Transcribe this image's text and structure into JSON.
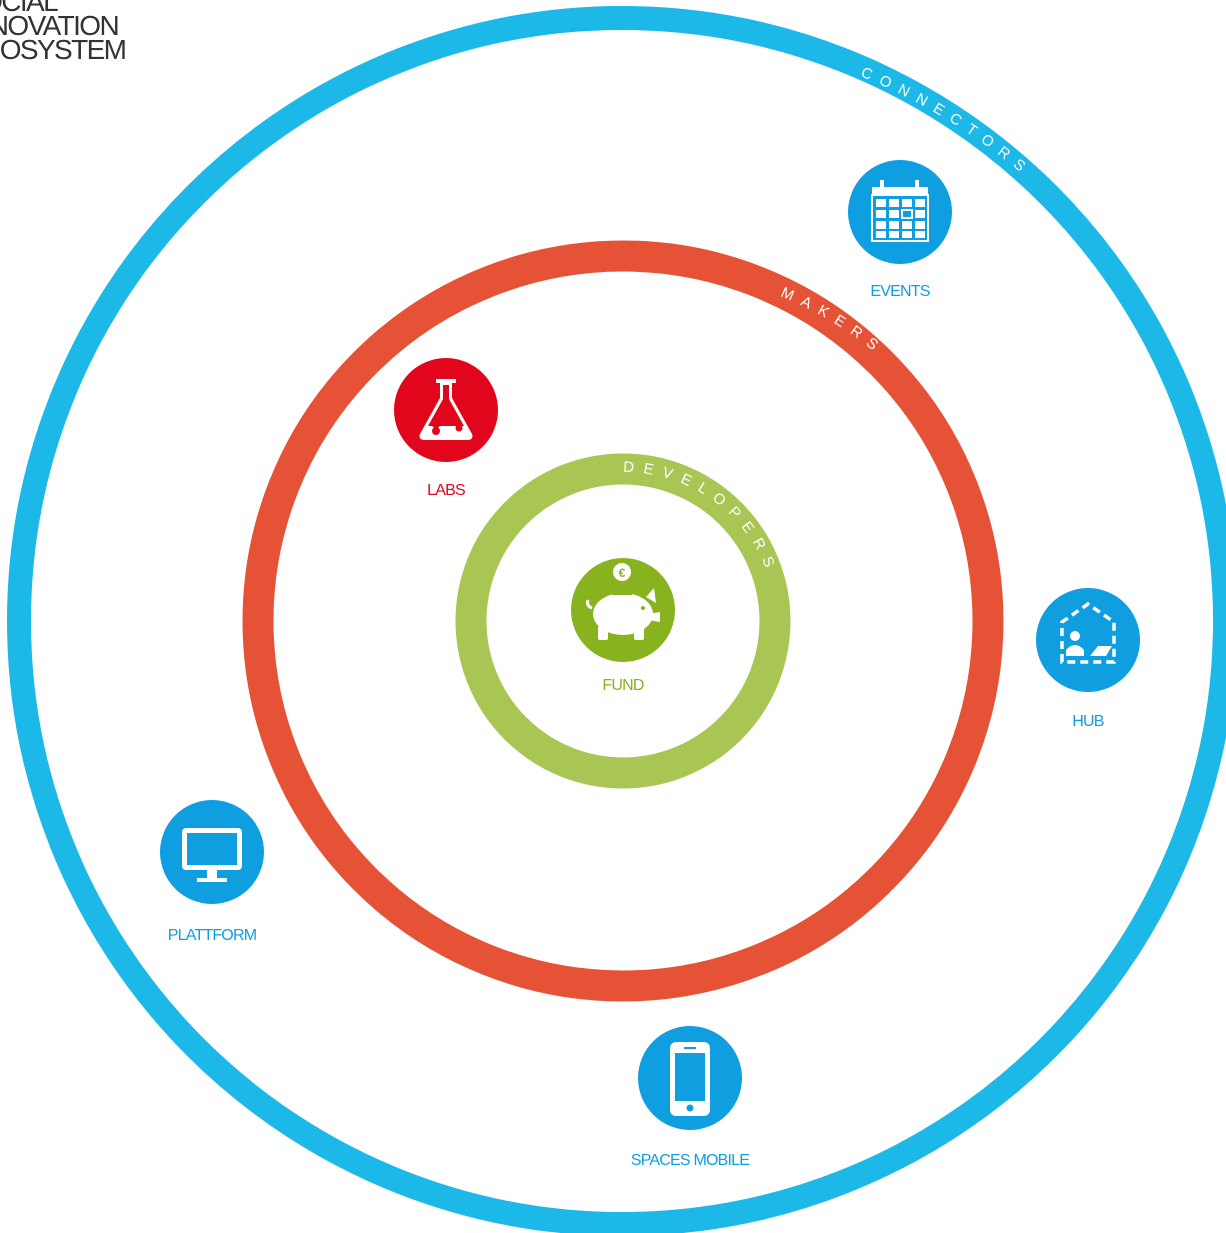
{
  "title": {
    "lines": [
      "SOCIAL",
      "INNOVATION",
      "ECOSYSTEM"
    ]
  },
  "rings": {
    "connectors": {
      "label": "CONNECTORS",
      "color": "#1cb8e8"
    },
    "makers": {
      "label": "MAKERS",
      "color": "#e65236"
    },
    "developers": {
      "label": "DEVELOPERS",
      "color": "#a9c553"
    }
  },
  "nodes": {
    "events": {
      "label": "EVENTS",
      "icon": "calendar-icon",
      "color": "#0f9ee0"
    },
    "labs": {
      "label": "LABS",
      "icon": "flask-icon",
      "color": "#e2061c"
    },
    "fund": {
      "label": "FUND",
      "icon": "piggy-bank-icon",
      "color": "#88b31f",
      "currency": "€"
    },
    "hub": {
      "label": "HUB",
      "icon": "coworking-space-icon",
      "color": "#0f9ee0"
    },
    "plattform": {
      "label": "PLATTFORM",
      "icon": "monitor-icon",
      "color": "#0f9ee0"
    },
    "spaces_mobile": {
      "label": "SPACES MOBILE",
      "icon": "smartphone-icon",
      "color": "#0f9ee0"
    }
  }
}
